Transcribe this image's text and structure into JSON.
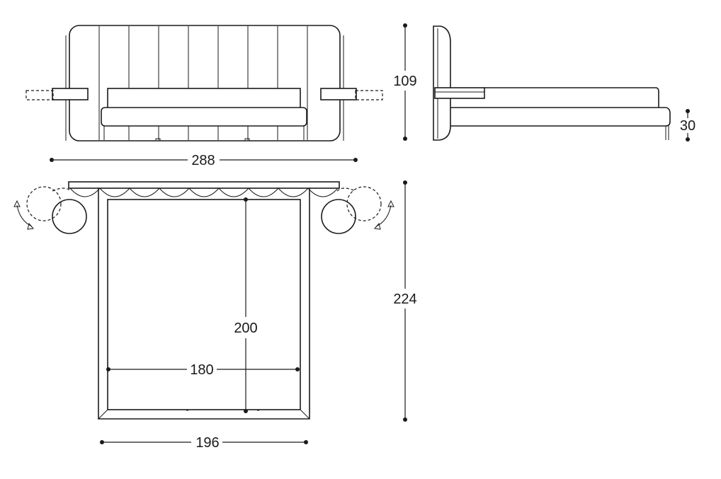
{
  "dimensions": {
    "front_width": "288",
    "front_height": "109",
    "side_leg_height": "30",
    "top_length": "224",
    "mattress_length": "200",
    "mattress_width": "180",
    "frame_width": "196"
  }
}
